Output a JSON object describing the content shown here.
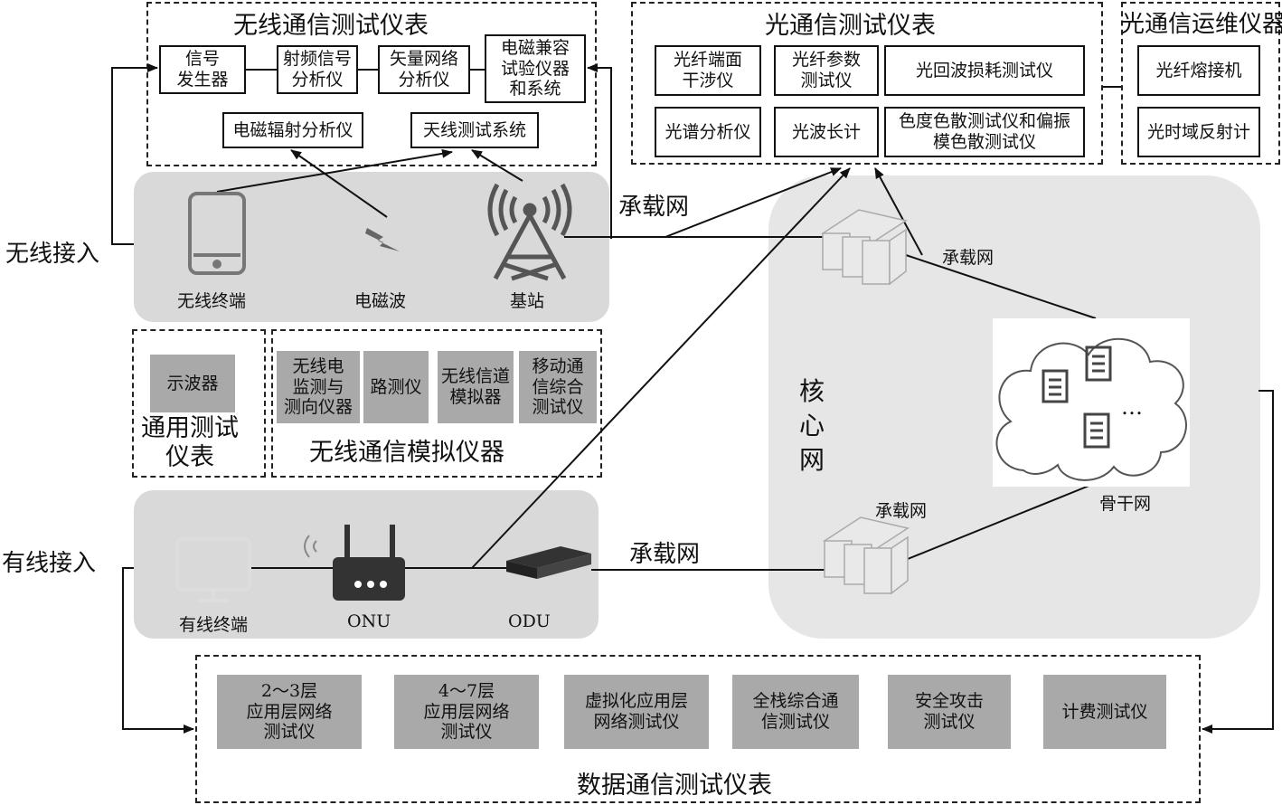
{
  "wireless_meters": {
    "title": "无线通信测试仪表",
    "items": [
      "信号\n发生器",
      "射频信号\n分析仪",
      "矢量网络\n分析仪",
      "电磁兼容\n试验仪器\n和系统",
      "电磁辐射分析仪",
      "天线测试系统"
    ]
  },
  "optical_meters": {
    "title": "光通信测试仪表",
    "items": [
      "光纤端面\n干涉仪",
      "光纤参数\n测试仪",
      "光回波损耗测试仪",
      "光谱分析仪",
      "光波长计",
      "色度色散测试仪和偏振\n模色散测试仪"
    ]
  },
  "optical_ops": {
    "title": "光通信运维仪器",
    "items": [
      "光纤熔接机",
      "光时域反射计"
    ]
  },
  "general_meters": {
    "title": "通用测试\n仪表",
    "items": [
      "示波器"
    ]
  },
  "wireless_sim": {
    "title": "无线通信模拟仪器",
    "items": [
      "无线电\n监测与\n测向仪器",
      "路测仪",
      "无线信道\n模拟器",
      "移动通\n信综合\n测试仪"
    ]
  },
  "data_meters": {
    "title": "数据通信测试仪表",
    "items": [
      "2～3层\n应用层网络\n测试仪",
      "4～7层\n应用层网络\n测试仪",
      "虚拟化应用层\n网络测试仪",
      "全栈综合通\n信测试仪",
      "安全攻击\n测试仪",
      "计费测试仪"
    ]
  },
  "wireless_access": {
    "label": "无线接入",
    "devices": [
      "无线终端",
      "电磁波",
      "基站"
    ]
  },
  "wired_access": {
    "label": "有线接入",
    "devices": [
      "有线终端",
      "ONU",
      "ODU"
    ]
  },
  "network": {
    "core": "核\n心\n网",
    "bearer_labels": [
      "承载网",
      "承载网",
      "承载网",
      "承载网"
    ],
    "backbone": "骨干网",
    "ellipsis": "…"
  },
  "colors": {
    "panel": "#d9d9d9",
    "core": "#e6e6e6",
    "gray_box": "#a9a9a9",
    "icon": "#555555"
  }
}
